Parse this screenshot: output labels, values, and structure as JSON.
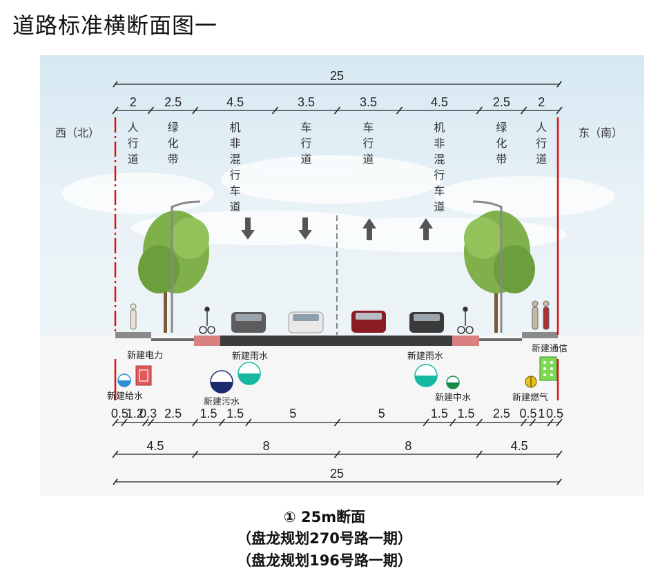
{
  "title": "道路标准横断面图一",
  "sides": {
    "west": "西（北）",
    "east": "东（南）"
  },
  "top_total": "25",
  "top_dims": [
    "2",
    "2.5",
    "4.5",
    "3.5",
    "3.5",
    "4.5",
    "2.5",
    "2"
  ],
  "lane_labels": [
    "人行道",
    "绿化带",
    "机非混行车道",
    "车行道",
    "车行道",
    "机非混行车道",
    "绿化带",
    "人行道"
  ],
  "pipes": {
    "power": "新建电力",
    "rain_left": "新建雨水",
    "rain_right": "新建雨水",
    "telecom": "新建通信",
    "water_supply": "新建给水",
    "sewage": "新建污水",
    "reclaimed": "新建中水",
    "gas": "新建燃气"
  },
  "bottom_dims_row1": [
    "0.5",
    "1.2",
    "0.3",
    "2.5",
    "1.5",
    "1.5",
    "5",
    "5",
    "1.5",
    "1.5",
    "2.5",
    "0.5",
    "1",
    "0.5"
  ],
  "bottom_dims_row2": [
    "4.5",
    "8",
    "8",
    "4.5"
  ],
  "bottom_total": "25",
  "captions": [
    "① 25m断面",
    "（盘龙规划270号路一期）",
    "（盘龙规划196号路一期）"
  ],
  "colors": {
    "centerline": "#d11",
    "rain": "#17b8a0",
    "sewage": "#1a2a6b",
    "water": "#2a8fd6",
    "power": "#e05a5a",
    "telecom": "#7ed957",
    "gas": "#e8c21c"
  }
}
